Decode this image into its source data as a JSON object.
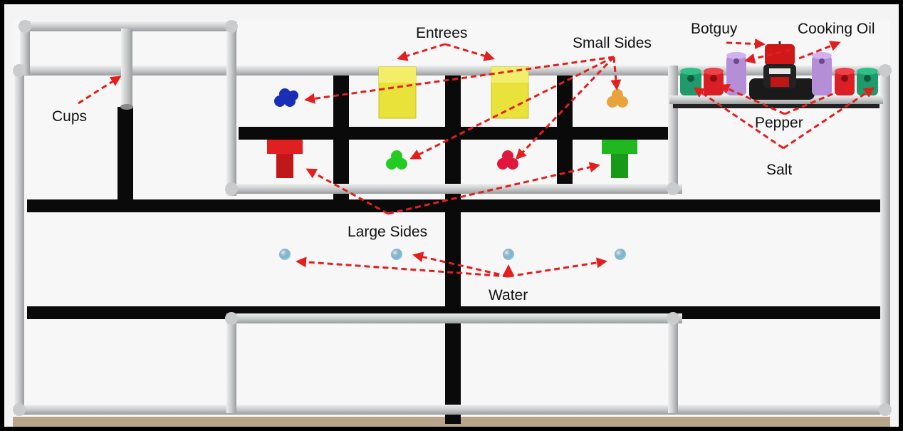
{
  "labels": {
    "cups": "Cups",
    "entrees": "Entrees",
    "small_sides": "Small Sides",
    "botguy": "Botguy",
    "cooking_oil": "Cooking Oil",
    "pepper": "Pepper",
    "salt": "Salt",
    "large_sides": "Large Sides",
    "water": "Water"
  },
  "colors": {
    "frame_border": "#000000",
    "board": "#f7f7f7",
    "tape": "#0a0a0a",
    "pipe": "#c9cbcc",
    "pipe_edge": "#8f9293",
    "arrow": "#e41e1e",
    "entree": "#e8e23a",
    "small_side_blue": "#1a2fb5",
    "small_side_orange": "#e8a43a",
    "small_side_green": "#22cc22",
    "small_side_red": "#e0163a",
    "large_side_red": "#e02020",
    "large_side_green": "#1fb81f",
    "water": "#8fd0f0",
    "salt": "#1f9a6a",
    "pepper": "#d91f26",
    "cooking_oil": "#b48fd8",
    "botguy": "#d01818"
  },
  "icons": [
    "cups-pipe-icon",
    "entree-cube-icon",
    "small-side-balls-icon",
    "large-side-block-icon",
    "water-ball-icon",
    "salt-shaker-icon",
    "pepper-shaker-icon",
    "cooking-oil-icon",
    "botguy-icon"
  ]
}
